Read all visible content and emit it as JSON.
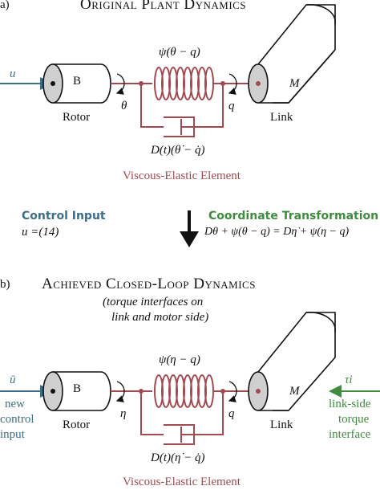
{
  "panel_a": {
    "tag": "a)",
    "title": "Original Plant Dynamics",
    "input_symbol": "u",
    "rotor_letter": "B",
    "rotor_label": "Rotor",
    "link_label": "Link",
    "link_mass": "M",
    "theta": "θ",
    "q": "q",
    "spring_label": "ψ(θ − q)",
    "damper_label": "D(t)(θ̇ − q̇)",
    "element_label": "Viscous-Elastic Element"
  },
  "middle": {
    "control_title": "Control Input",
    "control_eq": "u =(14)",
    "transform_title": "Coordinate Transformation",
    "transform_eq": "Dθ + ψ(θ − q) = Dη̇ + ψ(η − q)"
  },
  "panel_b": {
    "tag": "b)",
    "title": "Achieved Closed-Loop Dynamics",
    "subtitle_line1": "(torque interfaces on",
    "subtitle_line2": "link and motor side)",
    "input_symbol": "ū",
    "input_caption": [
      "new",
      "control",
      "input"
    ],
    "rotor_letter": "B",
    "rotor_label": "Rotor",
    "link_label": "Link",
    "link_mass": "M",
    "eta": "η",
    "q": "q",
    "tau": "τi",
    "tau_caption": [
      "link-side",
      "torque",
      "interface"
    ],
    "spring_label": "ψ(η − q)",
    "damper_label": "D(t)(η̇ − q̇)",
    "element_label": "Viscous-Elastic Element"
  },
  "colors": {
    "blue": "#3d6e86",
    "green": "#3f8c3f",
    "red": "#a24a50",
    "gray": "#c8c8c8"
  }
}
